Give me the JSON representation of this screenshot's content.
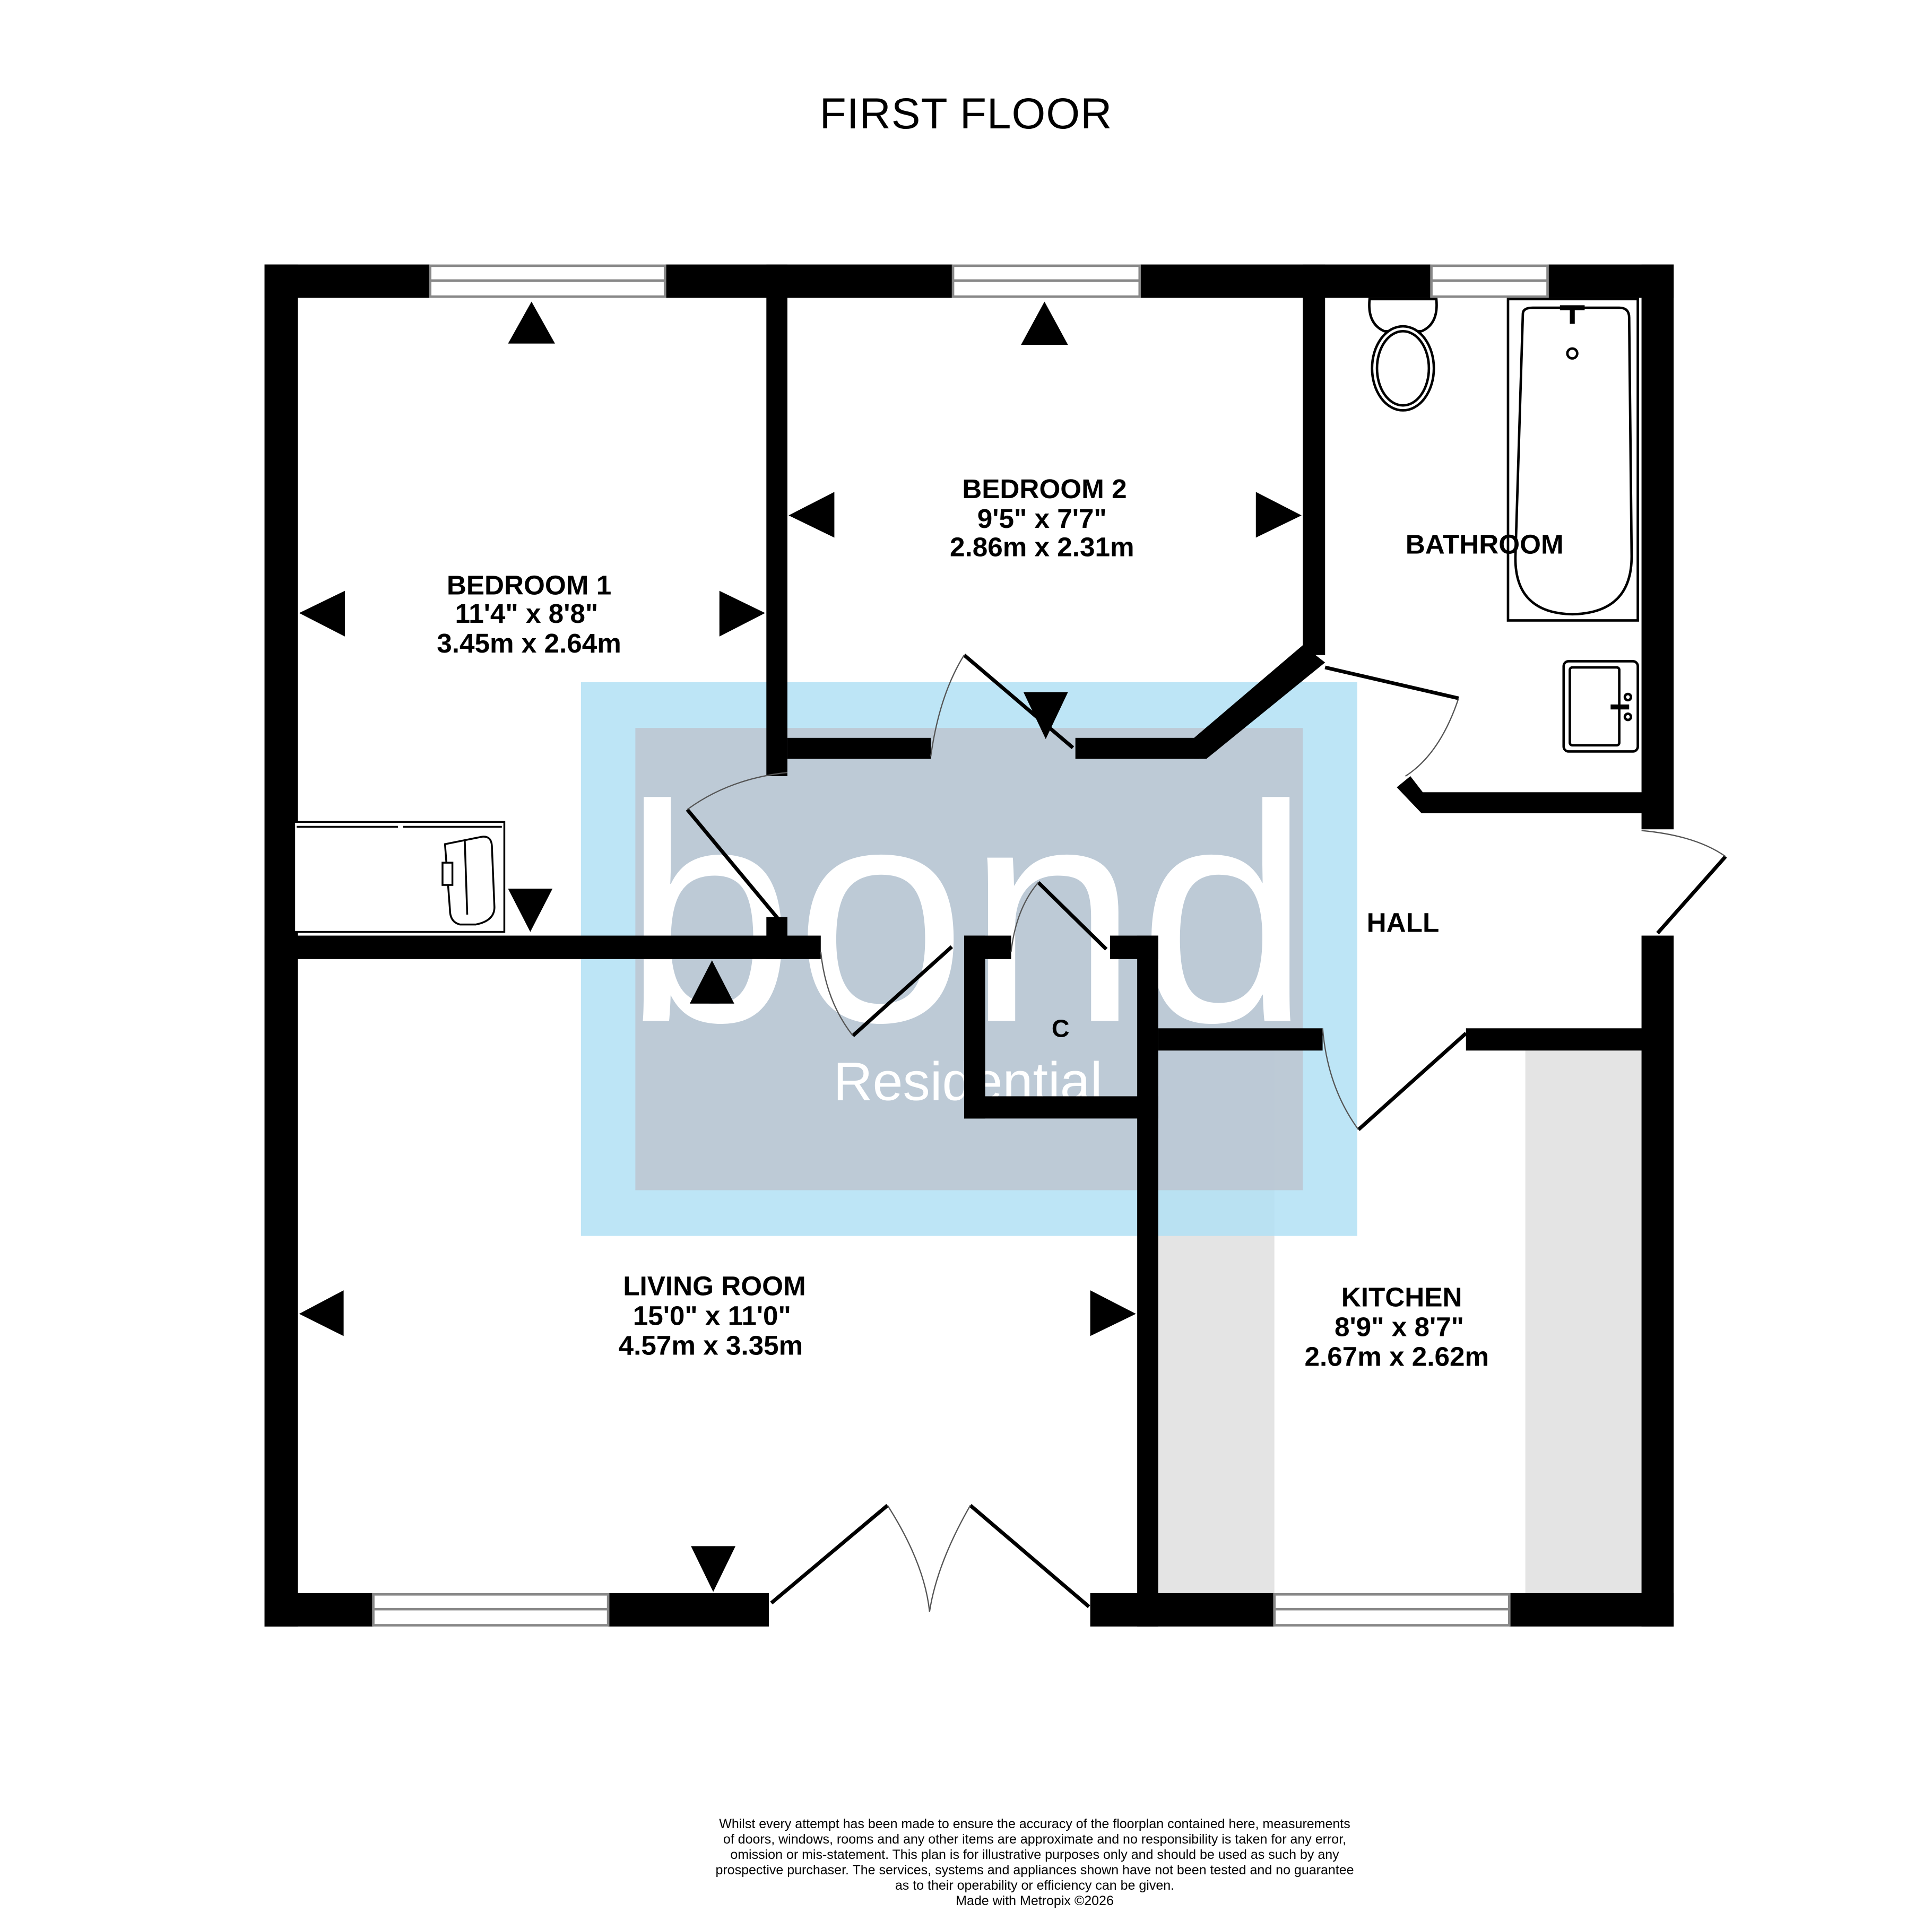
{
  "title": "FIRST FLOOR",
  "watermark": {
    "brand": "bond",
    "sub": "Residential",
    "outer_color": "#b2e0f4",
    "inner_color": "#bcc6d3"
  },
  "rooms": {
    "bedroom1": {
      "name": "BEDROOM 1",
      "imperial": "11'4\"  x 8'8\"",
      "metric": "3.45m  x 2.64m"
    },
    "bedroom2": {
      "name": "BEDROOM 2",
      "imperial": "9'5\"  x 7'7\"",
      "metric": "2.86m  x 2.31m"
    },
    "bathroom": {
      "name": "BATHROOM"
    },
    "hall": {
      "name": "HALL"
    },
    "cupboard": {
      "name": "C"
    },
    "living_room": {
      "name": "LIVING ROOM",
      "imperial": "15'0\"  x 11'0\"",
      "metric": "4.57m  x 3.35m"
    },
    "kitchen": {
      "name": "KITCHEN",
      "imperial": "8'9\"  x 8'7\"",
      "metric": "2.67m  x 2.62m"
    }
  },
  "colors": {
    "wall": "#000000",
    "window_line": "#888888",
    "kitchen_counter": "#e4e4e4"
  },
  "footer": {
    "lines": [
      "Whilst every attempt has been made to ensure the accuracy of the floorplan contained here, measurements",
      "of doors, windows, rooms and any other items are approximate and no responsibility is taken for any error,",
      "omission or mis-statement. This plan is for illustrative purposes only and should be used as such by any",
      "prospective purchaser. The services, systems and appliances shown have not been tested and no guarantee",
      "as to their operability or efficiency can be given."
    ],
    "credit": "Made with Metropix ©2026"
  }
}
